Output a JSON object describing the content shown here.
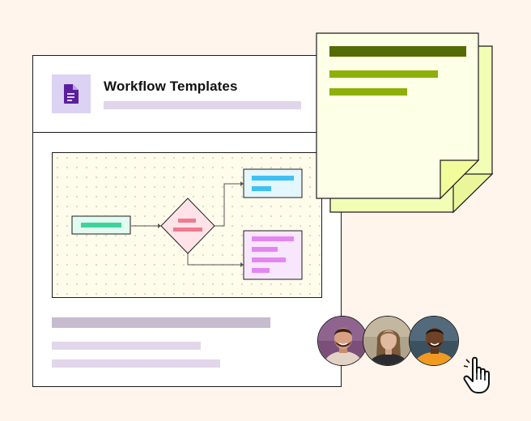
{
  "card": {
    "title": "Workflow Templates",
    "icon": "document-icon"
  },
  "colors": {
    "background": "#FFF5EC",
    "icon_tile": "#DCD3F4",
    "icon": "#5A1F9E",
    "placeholder_dark": "#C7BBCF",
    "placeholder_light": "#E2D6EB",
    "canvas": "#FFFCEB",
    "start_node_bar": "#3FD39A",
    "decision_bar": "#F07A8E",
    "blue_bar": "#3FC0F2",
    "purple_bar": "#E486F2",
    "sticky_note": "#FDFFE6",
    "sticky_back": "#F2FDB6",
    "sticky_heading": "#556B05",
    "sticky_line": "#8DAF08"
  },
  "avatars": [
    {
      "name": "avatar-man-beard"
    },
    {
      "name": "avatar-woman"
    },
    {
      "name": "avatar-man-orange-shirt"
    }
  ],
  "cursor": {
    "icon": "hand-pointer-icon"
  }
}
